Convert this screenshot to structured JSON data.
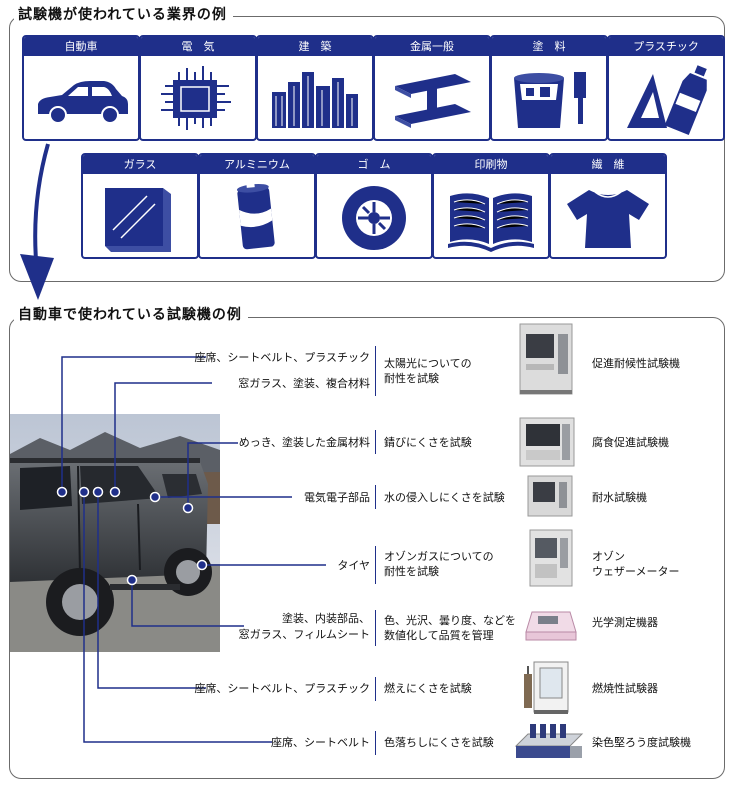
{
  "section1": {
    "title": "試験機が使われている業界の例",
    "industries": [
      {
        "label": "自動車",
        "icon": "car-icon"
      },
      {
        "label": "電　気",
        "icon": "chip-icon"
      },
      {
        "label": "建　築",
        "icon": "buildings-icon"
      },
      {
        "label": "金属一般",
        "icon": "steel-beam-icon"
      },
      {
        "label": "塗　料",
        "icon": "paint-icon"
      },
      {
        "label": "プラスチック",
        "icon": "plastic-bottle-icon"
      },
      {
        "label": "ガラス",
        "icon": "glass-icon"
      },
      {
        "label": "アルミニウム",
        "icon": "can-icon"
      },
      {
        "label": "ゴ　ム",
        "icon": "tire-icon"
      },
      {
        "label": "印刷物",
        "icon": "book-icon"
      },
      {
        "label": "繊　維",
        "icon": "tshirt-icon"
      }
    ]
  },
  "section2": {
    "title": "自動車で使われている試験機の例",
    "rows": [
      {
        "parts": [
          "座席、シートベルト、プラスチック",
          "窓ガラス、塗装、複合材料"
        ],
        "test": [
          "太陽光についての",
          "耐性を試験"
        ],
        "machine": [
          "促進耐候性試験機"
        ],
        "machine_icon": "weathering-chamber-icon"
      },
      {
        "parts": [
          "めっき、塗装した金属材料"
        ],
        "test": [
          "錆びにくさを試験"
        ],
        "machine": [
          "腐食促進試験機"
        ],
        "machine_icon": "corrosion-chamber-icon"
      },
      {
        "parts": [
          "電気電子部品"
        ],
        "test": [
          "水の侵入しにくさを試験"
        ],
        "machine": [
          "耐水試験機"
        ],
        "machine_icon": "water-chamber-icon"
      },
      {
        "parts": [
          "タイヤ"
        ],
        "test": [
          "オゾンガスについての",
          "耐性を試験"
        ],
        "machine": [
          "オゾン",
          "ウェザーメーター"
        ],
        "machine_icon": "ozone-chamber-icon"
      },
      {
        "parts": [
          "塗装、内装部品、",
          "窓ガラス、フィルムシート"
        ],
        "test": [
          "色、光沢、曇り度、などを",
          "数値化して品質を管理"
        ],
        "machine": [
          "光学測定機器"
        ],
        "machine_icon": "optical-meter-icon"
      },
      {
        "parts": [
          "座席、シートベルト、プラスチック"
        ],
        "test": [
          "燃えにくさを試験"
        ],
        "machine": [
          "燃焼性試験器"
        ],
        "machine_icon": "flammability-tester-icon"
      },
      {
        "parts": [
          "座席、シートベルト"
        ],
        "test": [
          "色落ちしにくさを試験"
        ],
        "machine": [
          "染色堅ろう度試験機"
        ],
        "machine_icon": "rub-tester-icon"
      }
    ]
  },
  "colors": {
    "navy": "#1f2f8a",
    "frame": "#6b6b6b"
  }
}
